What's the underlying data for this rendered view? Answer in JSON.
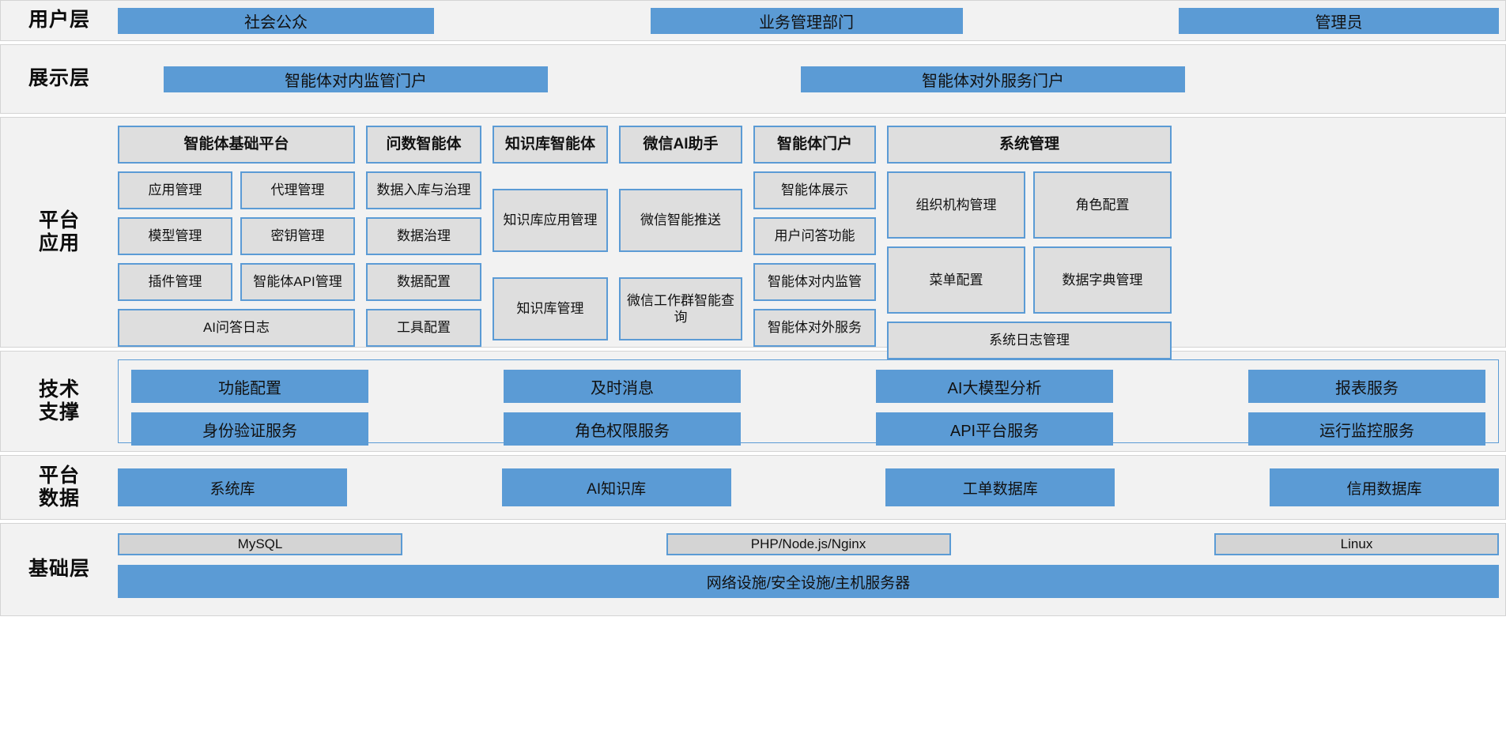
{
  "layers": {
    "user": {
      "label": "用户层",
      "items": [
        "社会公众",
        "业务管理部门",
        "管理员"
      ]
    },
    "presentation": {
      "label": "展示层",
      "items": [
        "智能体对内监管门户",
        "智能体对外服务门户"
      ]
    },
    "platform_application": {
      "label": "平台\n应用",
      "columns": [
        {
          "header": "智能体基础平台",
          "pairs": [
            [
              "应用管理",
              "代理管理"
            ],
            [
              "模型管理",
              "密钥管理"
            ],
            [
              "插件管理",
              "智能体API管理"
            ]
          ],
          "full": [
            "AI问答日志"
          ]
        },
        {
          "header": "问数智能体",
          "items": [
            "数据入库与治理",
            "数据治理",
            "数据配置",
            "工具配置"
          ]
        },
        {
          "header": "知识库智能体",
          "items": [
            "知识库应用管理",
            "知识库管理"
          ]
        },
        {
          "header": "微信AI助手",
          "items": [
            "微信智能推送",
            "微信工作群智能查询"
          ]
        },
        {
          "header": "智能体门户",
          "items": [
            "智能体展示",
            "用户问答功能",
            "智能体对内监管",
            "智能体对外服务"
          ]
        },
        {
          "header": "系统管理",
          "pairs": [
            [
              "组织机构管理",
              "角色配置"
            ],
            [
              "菜单配置",
              "数据字典管理"
            ]
          ],
          "full": [
            "系统日志管理"
          ]
        }
      ]
    },
    "technical_support": {
      "label": "技术\n支撑",
      "rows": [
        [
          "功能配置",
          "及时消息",
          "AI大模型分析",
          "报表服务"
        ],
        [
          "身份验证服务",
          "角色权限服务",
          "API平台服务",
          "运行监控服务"
        ]
      ]
    },
    "platform_data": {
      "label": "平台\n数据",
      "items": [
        "系统库",
        "AI知识库",
        "工单数据库",
        "信用数据库"
      ]
    },
    "foundation": {
      "label": "基础层",
      "chips": [
        "MySQL",
        "PHP/Node.js/Nginx",
        "Linux"
      ],
      "wide": "网络设施/安全设施/主机服务器"
    }
  },
  "colors": {
    "accent_blue": "#5b9bd5",
    "box_gray": "#dedede",
    "band_gray": "#f2f2f2",
    "chip_gray": "#d4d4d4"
  }
}
